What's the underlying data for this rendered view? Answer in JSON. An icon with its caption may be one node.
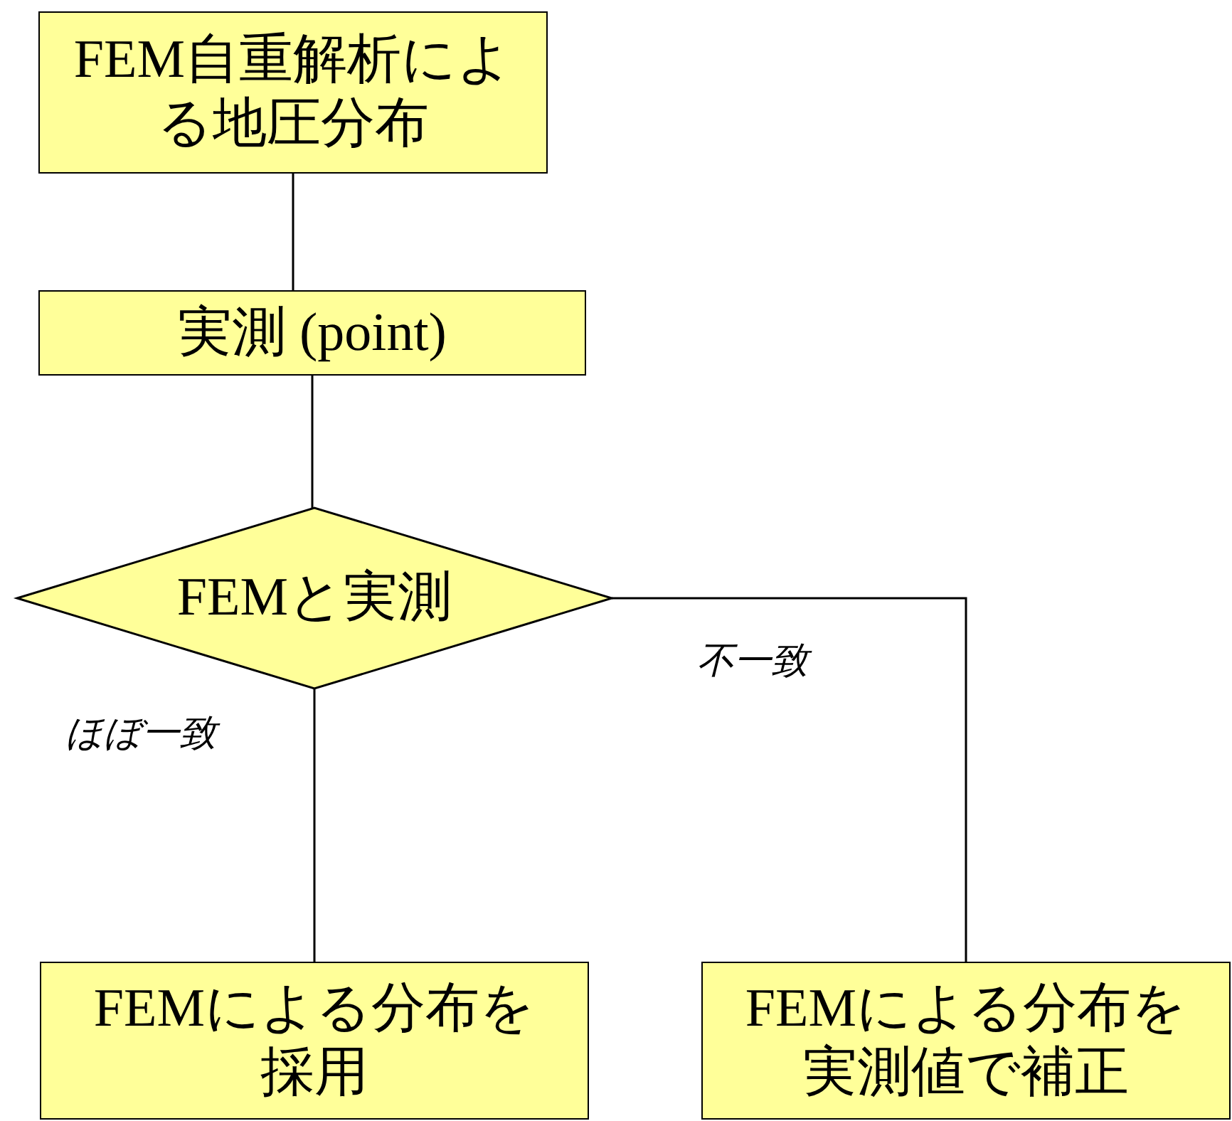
{
  "diagram": {
    "nodes": [
      {
        "text": [
          "FEM自重解析による地圧分布"
        ]
      },
      {
        "text": [
          "実測 (point)"
        ]
      },
      {
        "text": [
          "FEMと実測"
        ]
      },
      {
        "text": [
          "FEMによる分布を採用"
        ]
      },
      {
        "text": [
          "FEMによる分布を実測値で補正"
        ]
      }
    ],
    "edges": [
      {
        "from": 0,
        "to": 1,
        "arrow": "none"
      },
      {
        "from": 1,
        "to": 2,
        "arrow": "none"
      },
      {
        "from": 2,
        "to": 3,
        "arrow": "none",
        "label": "ほぼ一致"
      },
      {
        "from": 2,
        "to": 4,
        "arrow": "none",
        "label": "不一致"
      }
    ]
  }
}
